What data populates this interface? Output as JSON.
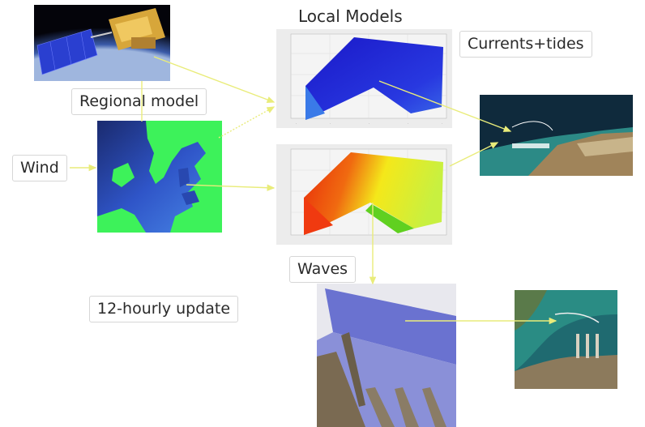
{
  "labels": {
    "local_models": "Local Models",
    "currents_tides": "Currents+tides",
    "regional_model": "Regional model",
    "wind": "Wind",
    "waves": "Waves",
    "update": "12-hourly update"
  },
  "colors": {
    "arrow": "#e9ec7a",
    "ocean_dark": "#1a2a6e",
    "land_green": "#3df25a",
    "current_blue": "#2030d8",
    "wave_red": "#e83a10",
    "wave_yellow": "#f4e81a"
  }
}
